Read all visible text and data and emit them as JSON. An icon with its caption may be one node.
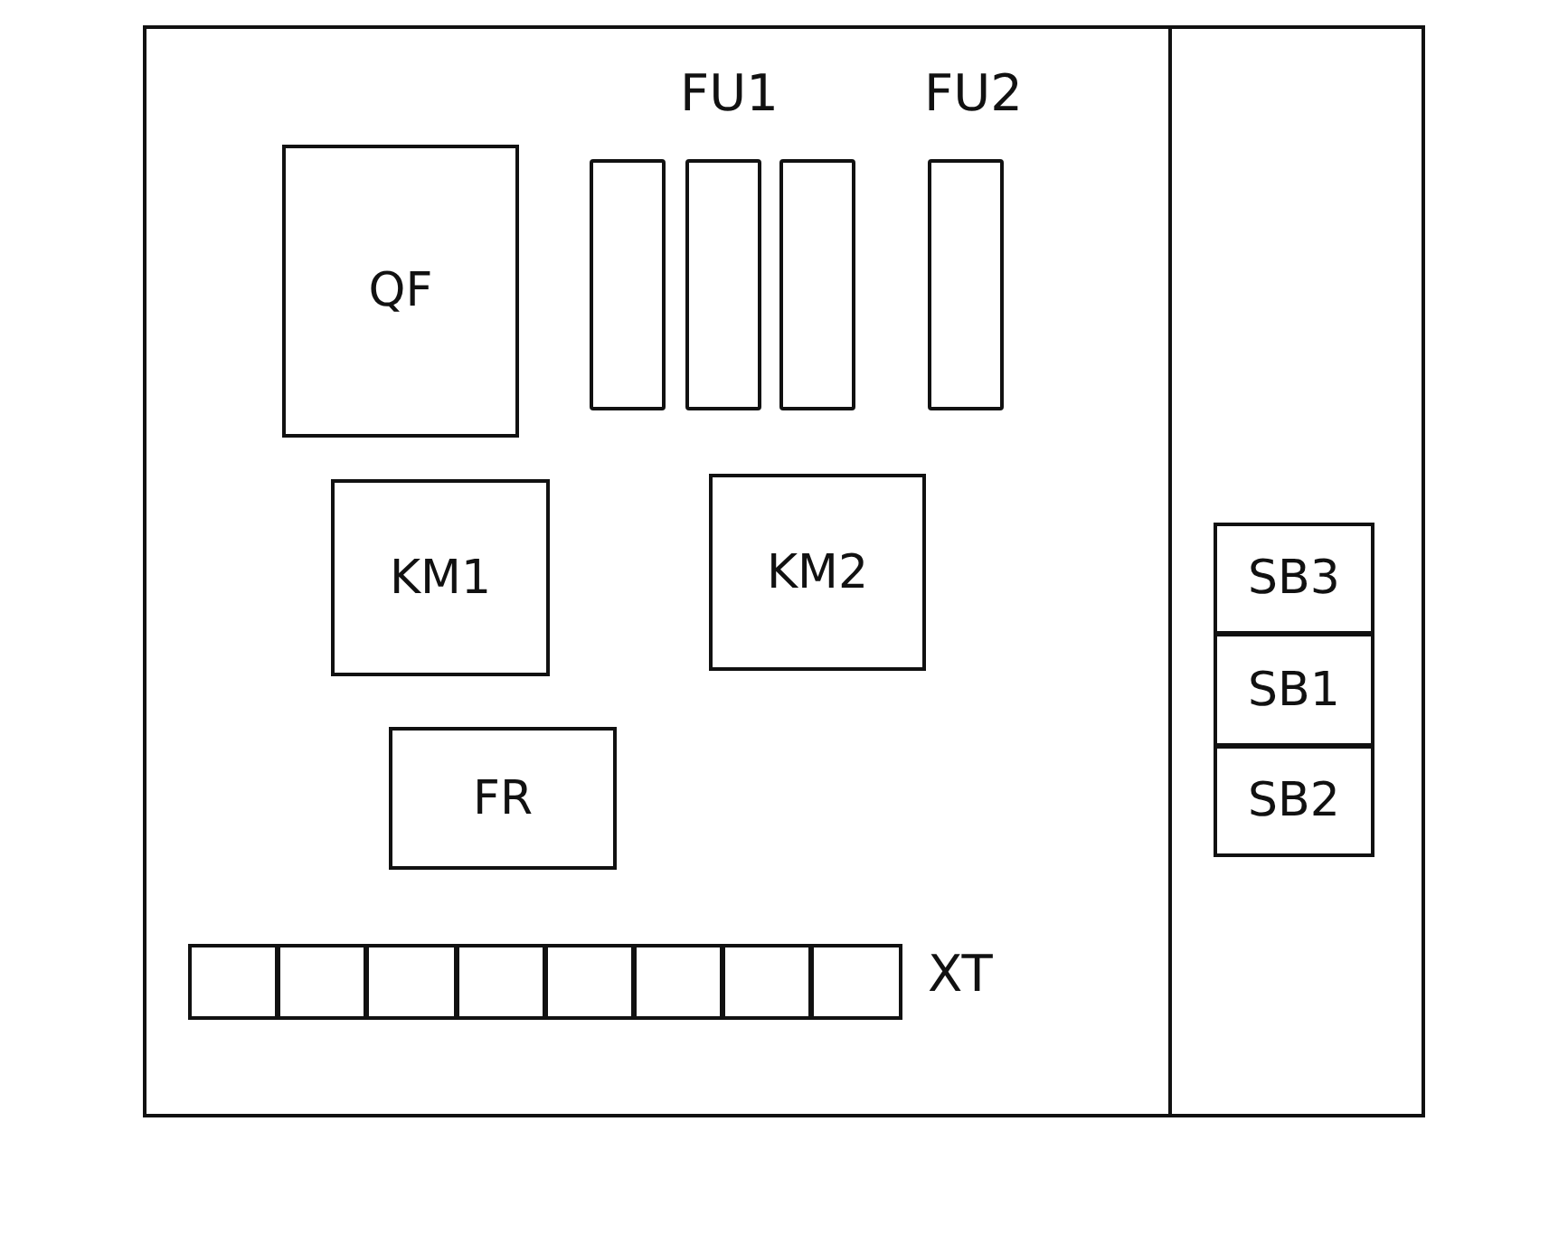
{
  "diagram": {
    "nodes": [
      {
        "text": [],
        "shape": "box"
      },
      {
        "text": [],
        "shape": "box"
      },
      {
        "text": [
          "QF"
        ],
        "in": 0
      },
      {
        "text": [],
        "shape": "bar",
        "in": 0
      },
      {
        "text": [],
        "shape": "bar",
        "in": 0
      },
      {
        "text": [],
        "shape": "bar",
        "in": 0
      },
      {
        "text": [],
        "shape": "bar",
        "in": 0
      },
      {
        "text": [
          "KM1"
        ],
        "in": 0
      },
      {
        "text": [
          "KM2"
        ],
        "in": 0
      },
      {
        "text": [
          "SB3"
        ],
        "in": 1
      },
      {
        "text": [
          "SB1"
        ],
        "in": 1
      },
      {
        "text": [
          "SB2"
        ],
        "in": 1
      },
      {
        "text": [
          "FR"
        ],
        "in": 0
      },
      {
        "text": [],
        "shape": "box",
        "in": 0
      },
      {
        "text": [],
        "shape": "box",
        "in": 0
      },
      {
        "text": [],
        "shape": "box",
        "in": 0
      },
      {
        "text": [],
        "shape": "box",
        "in": 0
      },
      {
        "text": [],
        "shape": "box",
        "in": 0
      },
      {
        "text": [],
        "shape": "box",
        "in": 0
      },
      {
        "text": [],
        "shape": "box",
        "in": 0
      },
      {
        "text": [],
        "shape": "box",
        "in": 0
      }
    ],
    "edges": [],
    "labels": [
      "FU1",
      "FU2",
      "XT"
    ]
  }
}
